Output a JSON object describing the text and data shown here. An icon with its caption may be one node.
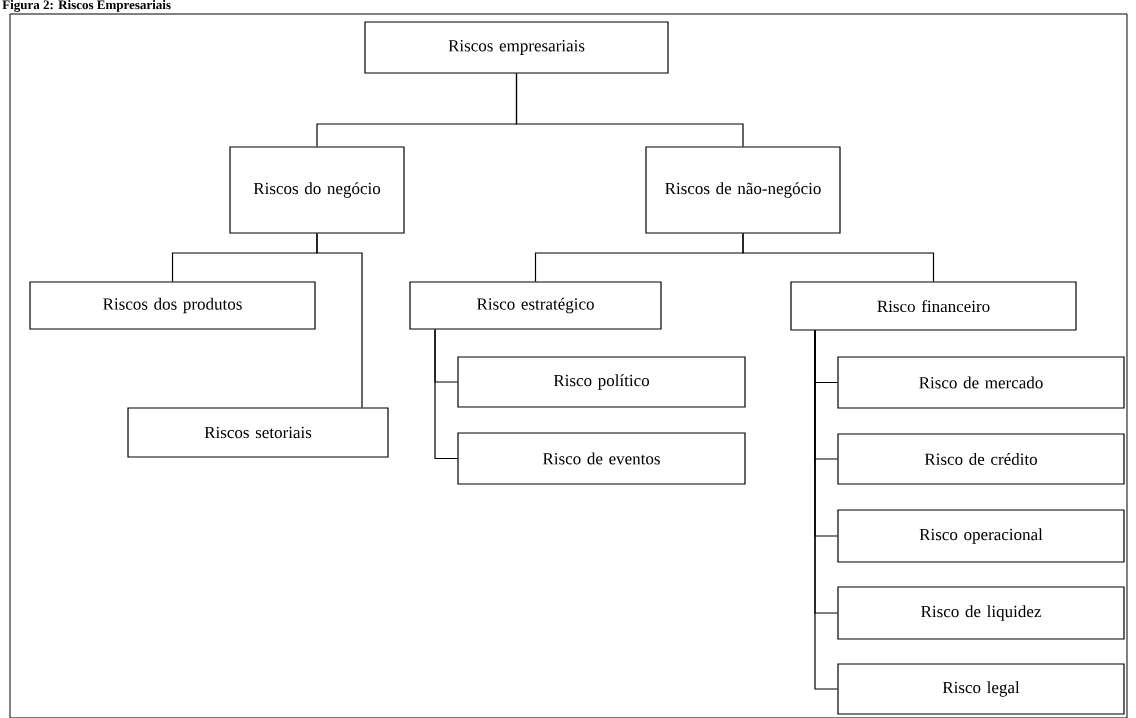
{
  "diagram": {
    "title": "Figura 2: Riscos Empresariais",
    "nodes": [
      {
        "text": [
          "Riscos empresariais"
        ]
      },
      {
        "text": [
          "Riscos do negócio"
        ]
      },
      {
        "text": [
          "Riscos de não-negócio"
        ]
      },
      {
        "text": [
          "Riscos dos produtos"
        ]
      },
      {
        "text": [
          "Riscos setoriais"
        ]
      },
      {
        "text": [
          "Risco estratégico"
        ]
      },
      {
        "text": [
          "Risco político"
        ]
      },
      {
        "text": [
          "Risco de eventos"
        ]
      },
      {
        "text": [
          "Risco financeiro"
        ]
      },
      {
        "text": [
          "Risco de mercado"
        ]
      },
      {
        "text": [
          "Risco de crédito"
        ]
      },
      {
        "text": [
          "Risco operacional"
        ]
      },
      {
        "text": [
          "Risco de liquidez"
        ]
      },
      {
        "text": [
          "Risco legal"
        ]
      }
    ],
    "edges": [
      {
        "from": 0,
        "to": 1,
        "arrow": "none"
      },
      {
        "from": 0,
        "to": 2,
        "arrow": "none"
      },
      {
        "from": 1,
        "to": 3,
        "arrow": "none"
      },
      {
        "from": 1,
        "to": 4,
        "arrow": "none"
      },
      {
        "from": 2,
        "to": 5,
        "arrow": "none"
      },
      {
        "from": 2,
        "to": 8,
        "arrow": "none"
      },
      {
        "from": 5,
        "to": 6,
        "arrow": "none"
      },
      {
        "from": 5,
        "to": 7,
        "arrow": "none"
      },
      {
        "from": 8,
        "to": 9,
        "arrow": "none"
      },
      {
        "from": 8,
        "to": 10,
        "arrow": "none"
      },
      {
        "from": 8,
        "to": 11,
        "arrow": "none"
      },
      {
        "from": 8,
        "to": 12,
        "arrow": "none"
      },
      {
        "from": 8,
        "to": 13,
        "arrow": "none"
      }
    ]
  }
}
